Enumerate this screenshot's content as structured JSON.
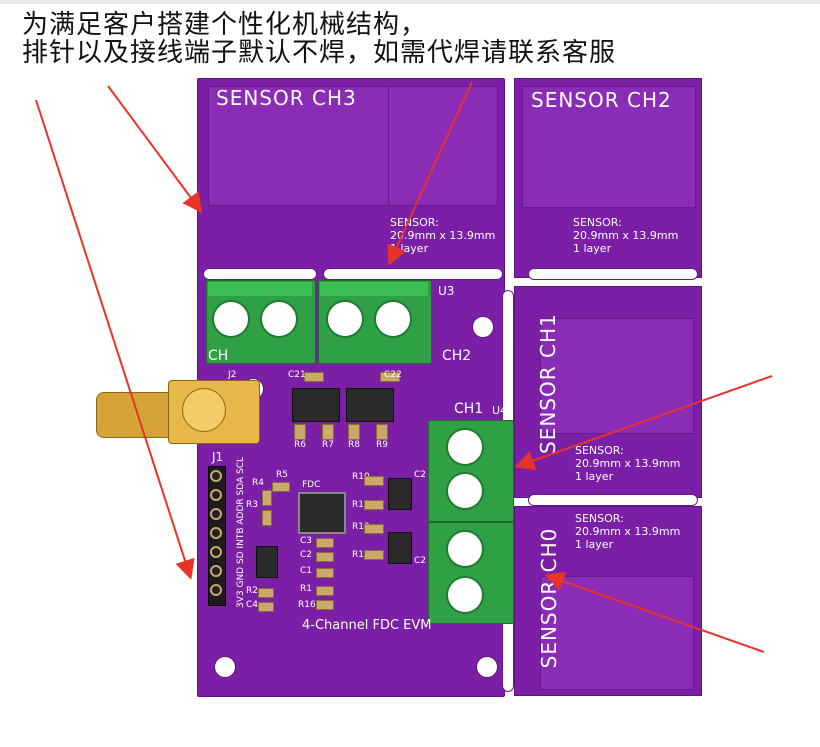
{
  "caption": {
    "line1": "为满足客户搭建个性化机械结构，",
    "line2": "排针以及接线端子默认不焊，如需代焊请联系客服"
  },
  "sensors": {
    "ch3": "SENSOR CH3",
    "ch2": "SENSOR CH2",
    "ch1": "SENSOR CH1",
    "ch0": "SENSOR CH0",
    "spec_title": "SENSOR:",
    "spec_size": "20.9mm x 13.9mm",
    "spec_layers": "1 layer"
  },
  "silkscreen": {
    "u3": "U3",
    "ch2": "CH2",
    "ch1": "CH1",
    "u4": "U4",
    "ch_partial": "CH",
    "j2": "J2",
    "j1": "J1",
    "c21": "C21",
    "c22": "C22",
    "r6": "R6",
    "r7": "R7",
    "r8": "R8",
    "r9": "R9",
    "r10": "R10",
    "r11": "R11",
    "r12": "R12",
    "r13": "R13",
    "c2a": "C2",
    "c2b": "C2",
    "r5": "R5",
    "r4": "R4",
    "r3": "R3",
    "fdc": "FDC",
    "c3": "C3",
    "c2": "C2",
    "c1": "C1",
    "r1": "R1",
    "r16": "R16",
    "r2": "R2",
    "c4": "C4",
    "pins": "3V3 GND SD INTB ADDR SDA SCL",
    "board_name": "4-Channel FDC EVM"
  },
  "colors": {
    "pcb": "#7a1fa6",
    "terminal": "#2fa043",
    "arrow": "#e8332a",
    "gold": "#d4a437"
  }
}
